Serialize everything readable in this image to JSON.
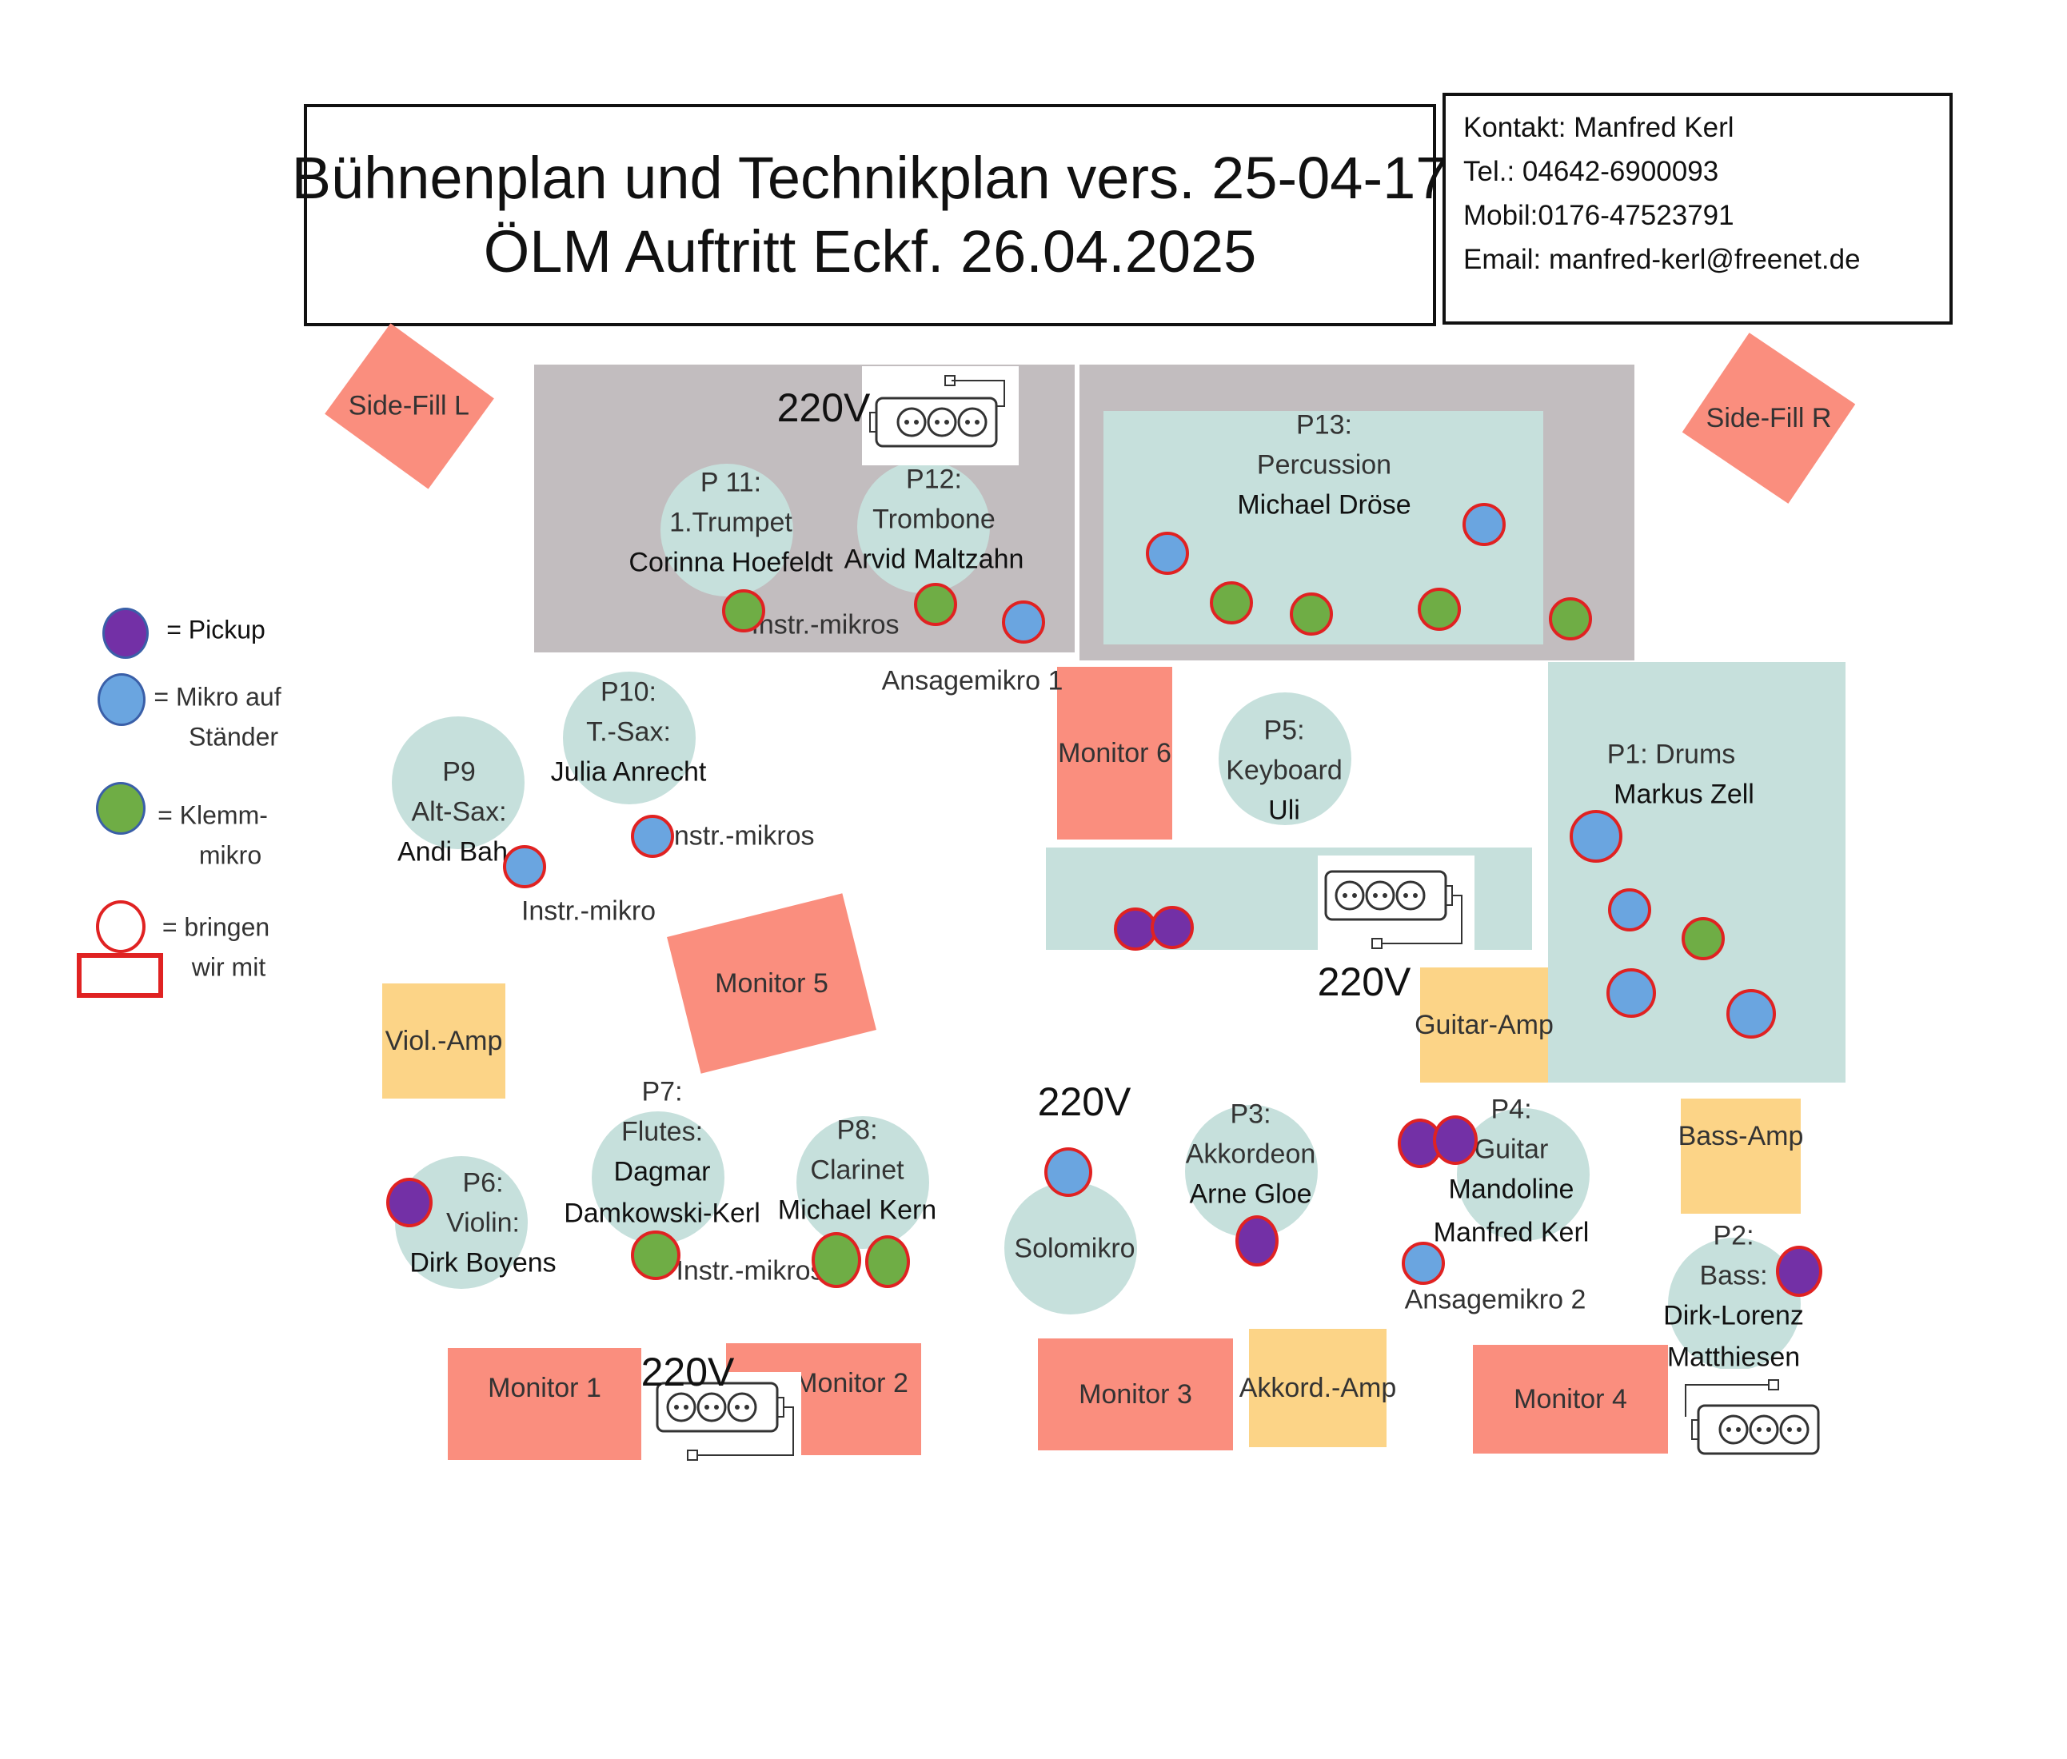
{
  "header": {
    "title_line1": "Bühnenplan und Technikplan vers. 25-04-17",
    "title_line2": "ÖLM  Auftritt Eckf. 26.04.2025"
  },
  "contact": {
    "name": "Kontakt: Manfred Kerl",
    "tel": "Tel.: 04642-6900093",
    "mobil": "Mobil:0176-47523791",
    "email": "Email: manfred-kerl@freenet.de"
  },
  "legend": {
    "pickup": "= Pickup",
    "mikro_line1": "= Mikro auf",
    "mikro_line2": "Ständer",
    "klemm_line1": "= Klemm-",
    "klemm_line2": "mikro",
    "bringen_line1": "= bringen",
    "bringen_line2": "wir mit"
  },
  "speakers": {
    "side_fill_l": "Side-Fill L",
    "side_fill_r": "Side-Fill R",
    "monitor1": "Monitor 1",
    "monitor2": "Monitor 2",
    "monitor3": "Monitor 3",
    "monitor4": "Monitor 4",
    "monitor5": "Monitor 5",
    "monitor6": "Monitor 6"
  },
  "amps": {
    "viol": "Viol.-Amp",
    "guitar": "Guitar-Amp",
    "bass": "Bass-Amp",
    "akkord": "Akkord.-Amp"
  },
  "power": {
    "label": "220V"
  },
  "positions": {
    "p11": {
      "id": "P 11:",
      "instrument": "1.Trumpet",
      "name": "Corinna Hoefeldt"
    },
    "p12": {
      "id": "P12:",
      "instrument": "Trombone",
      "name": "Arvid Maltzahn"
    },
    "p13": {
      "id": "P13:",
      "instrument": "Percussion",
      "name": "Michael Dröse"
    },
    "p10": {
      "id": "P10:",
      "instrument": "T.-Sax:",
      "name": "Julia Anrecht"
    },
    "p9": {
      "id": "P9",
      "instrument": "Alt-Sax:",
      "name": "Andi Bah"
    },
    "p5": {
      "id": "P5:",
      "instrument": "Keyboard",
      "name": "Uli"
    },
    "p1": {
      "id": "P1: Drums",
      "name": "Markus Zell"
    },
    "p7": {
      "id": "P7:",
      "instrument": "Flutes:",
      "name_line1": "Dagmar",
      "name_line2": "Damkowski-Kerl"
    },
    "p8": {
      "id": "P8:",
      "instrument": "Clarinet",
      "name": "Michael Kern"
    },
    "p6": {
      "id": "P6:",
      "instrument": "Violin:",
      "name": "Dirk Boyens"
    },
    "p3": {
      "id": "P3:",
      "instrument": "Akkordeon",
      "name": "Arne Gloe"
    },
    "p4": {
      "id": "P4:",
      "instrument": "Guitar",
      "instrument2": "Mandoline",
      "name": "Manfred Kerl"
    },
    "p2": {
      "id": "P2:",
      "instrument": "Bass:",
      "name_line1": "Dirk-Lorenz",
      "name_line2": "Matthiesen"
    }
  },
  "mic_labels": {
    "instr_mikros": "Instr.-mikros",
    "instr_mikro": "Instr.-mikro",
    "ansagemikro1": "Ansagemikro 1",
    "ansagemikro2": "Ansagemikro 2",
    "solomikro": "Solomikro"
  },
  "colors": {
    "riser": "#c2bdbf",
    "position": "#c6e0dc",
    "speaker": "#fa8e7e",
    "amp": "#fcd487",
    "mic_stand": "#6aa5e0",
    "clip_mic": "#6fad45",
    "pickup": "#7330a6",
    "bring_outline": "#e02222"
  }
}
